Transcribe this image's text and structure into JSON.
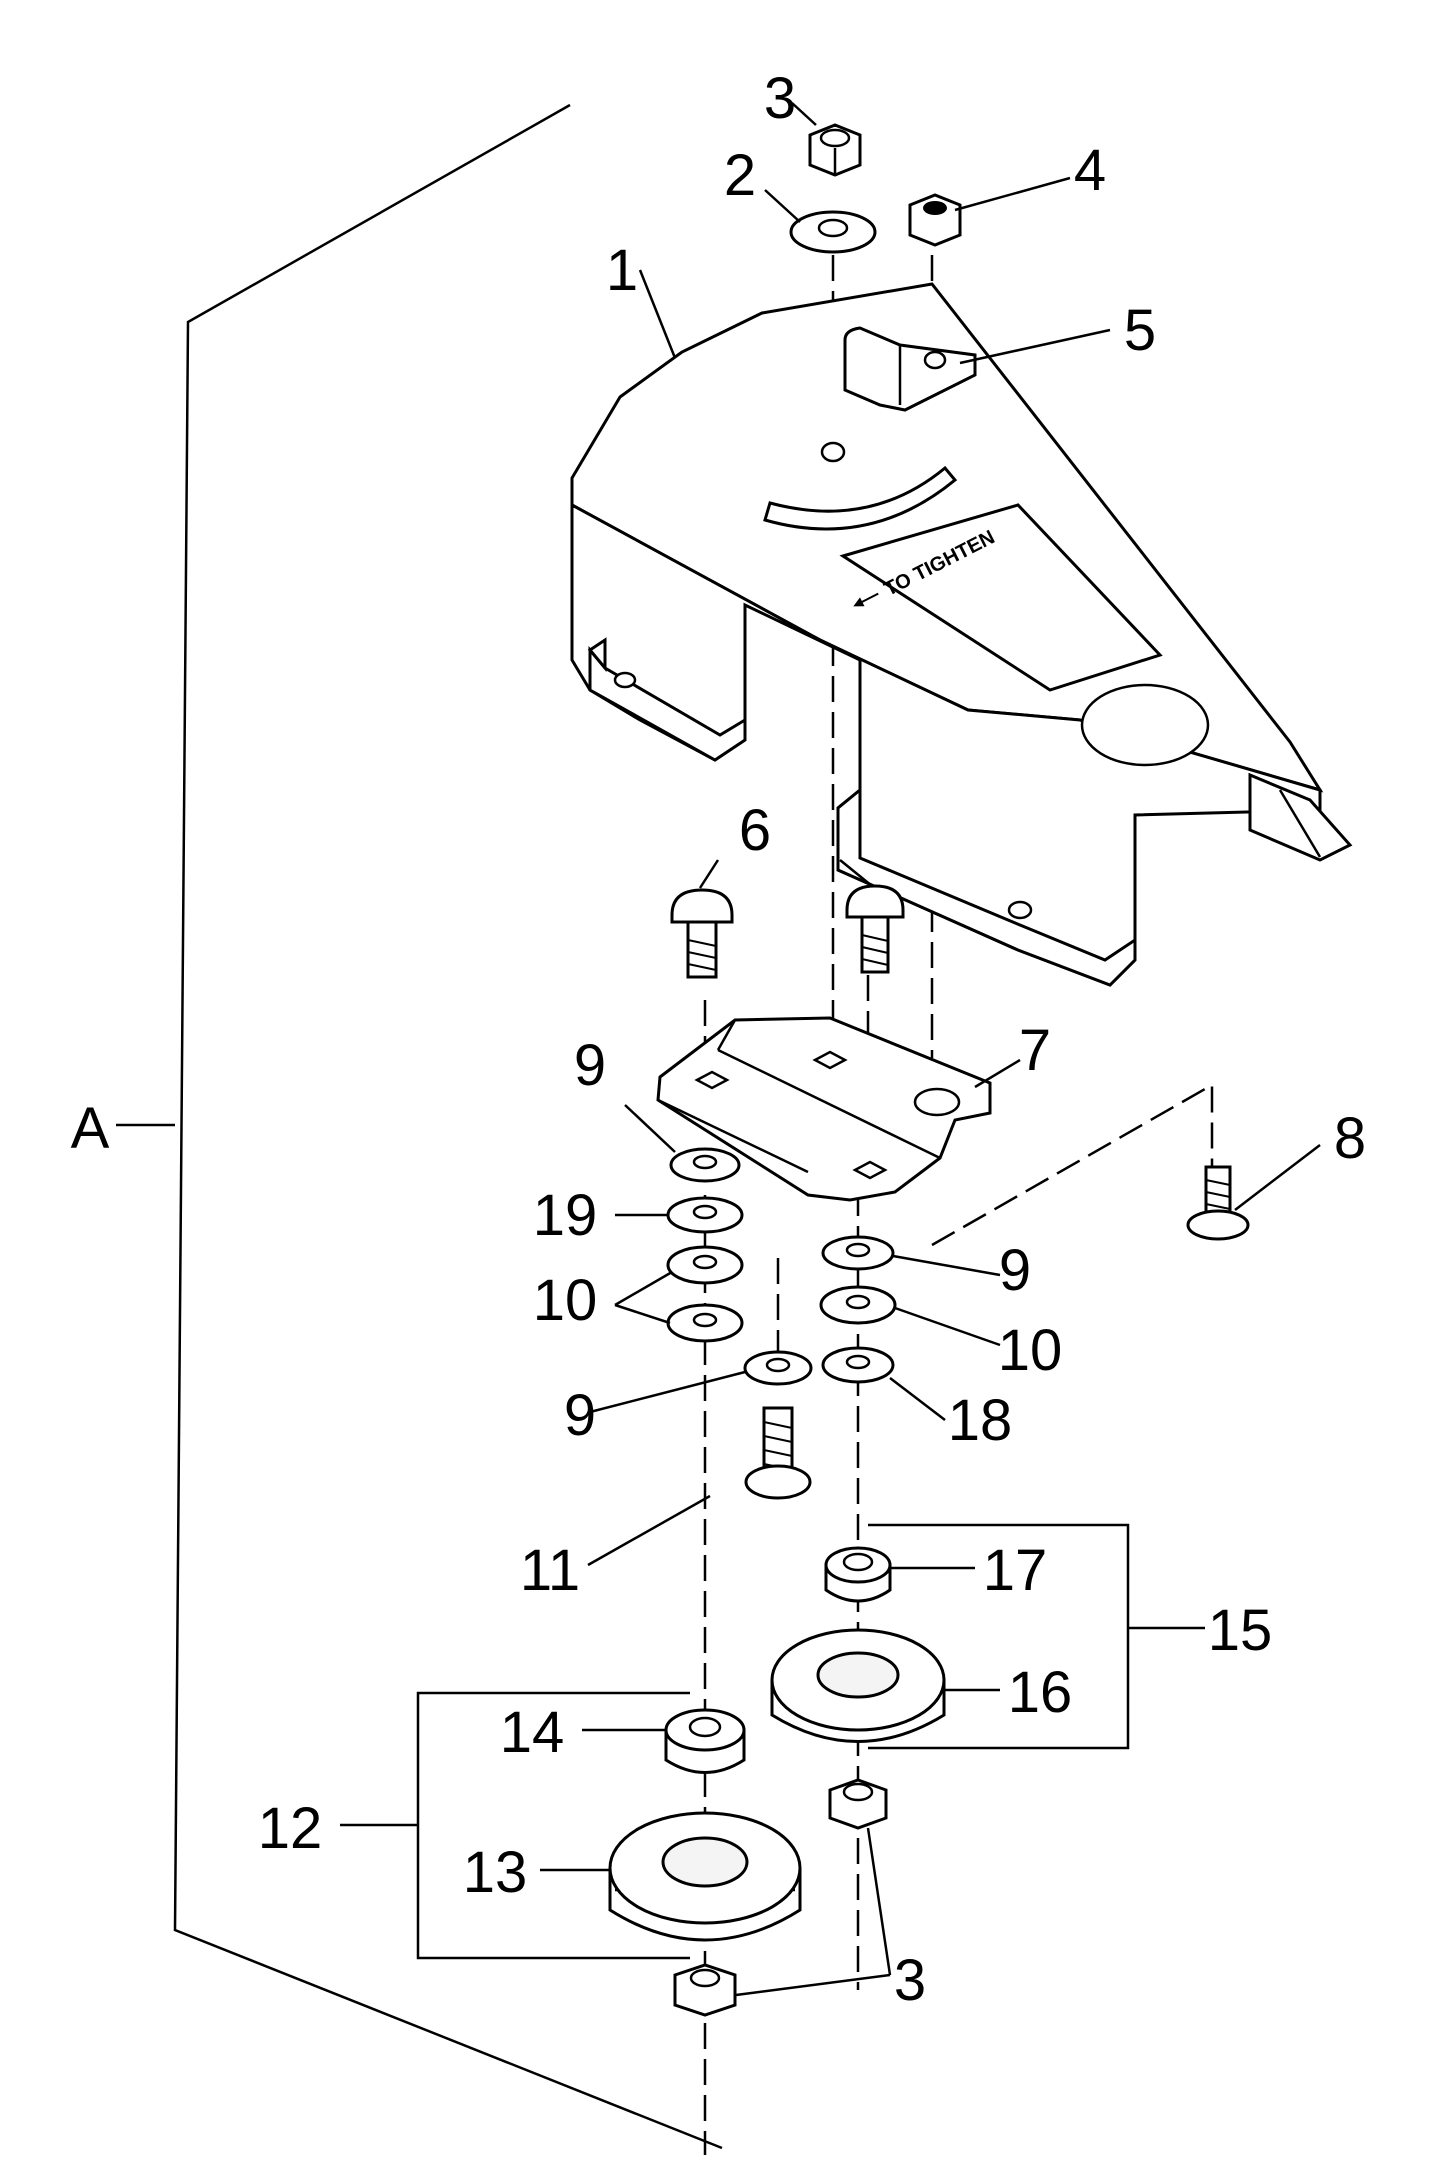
{
  "callouts": {
    "c1": "1",
    "c2": "2",
    "c3_top": "3",
    "c4": "4",
    "c5": "5",
    "c6": "6",
    "c7": "7",
    "c8": "8",
    "c9_left": "9",
    "c9_right": "9",
    "c9_lower": "9",
    "c10_left": "10",
    "c10_right": "10",
    "c11": "11",
    "c12": "12",
    "c13": "13",
    "c14": "14",
    "c15": "15",
    "c16": "16",
    "c17": "17",
    "c18": "18",
    "c19": "19",
    "c3_bottom": "3",
    "assembly_a": "A"
  },
  "decal": {
    "text": "TO TIGHTEN"
  }
}
